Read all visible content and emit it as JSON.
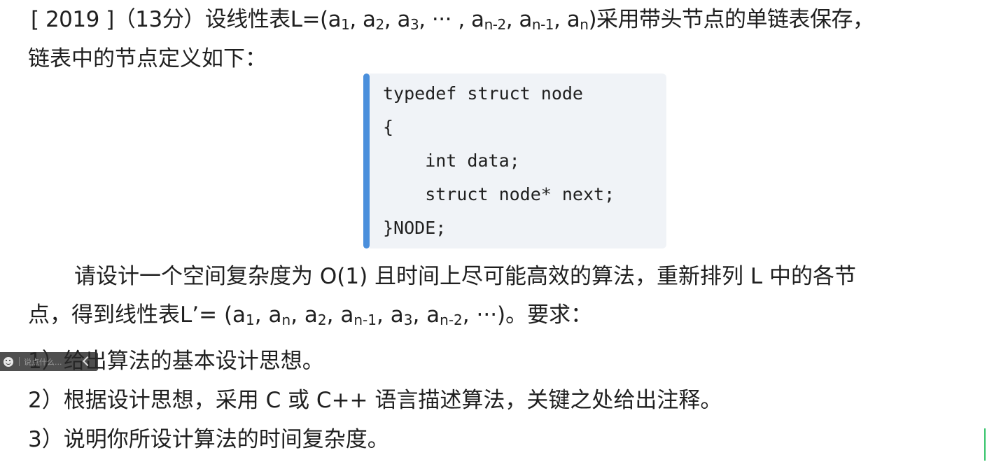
{
  "line1": {
    "prefix": "[ 2019 ]（13分）设线性表L=(a",
    "s1": "1",
    "t1": ", a",
    "s2": "2",
    "t2": ", a",
    "s3": "3",
    "t3": ", ··· , a",
    "s4": "n-2",
    "t4": ", a",
    "s5": "n-1",
    "t5": ", a",
    "s6": "n",
    "t6": ")采用带头节点的单链表保存，"
  },
  "line2": "链表中的节点定义如下：",
  "code": [
    "typedef struct node",
    "{",
    "    int data;",
    "    struct node* next;",
    "}NODE;"
  ],
  "para": {
    "line1": "请设计一个空间复杂度为 O(1) 且时间上尽可能高效的算法，重新排列 L 中的各节",
    "line2": {
      "prefix": "点，得到线性表L’= (a",
      "s1": "1",
      "t1": ", a",
      "s2": "n",
      "t2": ", a",
      "s3": "2",
      "t3": ", a",
      "s4": "n-1",
      "t4": ", a",
      "s5": "3",
      "t5": ", a",
      "s6": "n-2",
      "t6": ", ···)。要求："
    }
  },
  "requirements": [
    "1）给出算法的基本设计思想。",
    "2）根据设计思想，采用 C 或 C++ 语言描述算法，关键之处给出注释。",
    "3）说明你所设计算法的时间复杂度。"
  ],
  "danmaku": {
    "placeholder": "说点什么..."
  }
}
